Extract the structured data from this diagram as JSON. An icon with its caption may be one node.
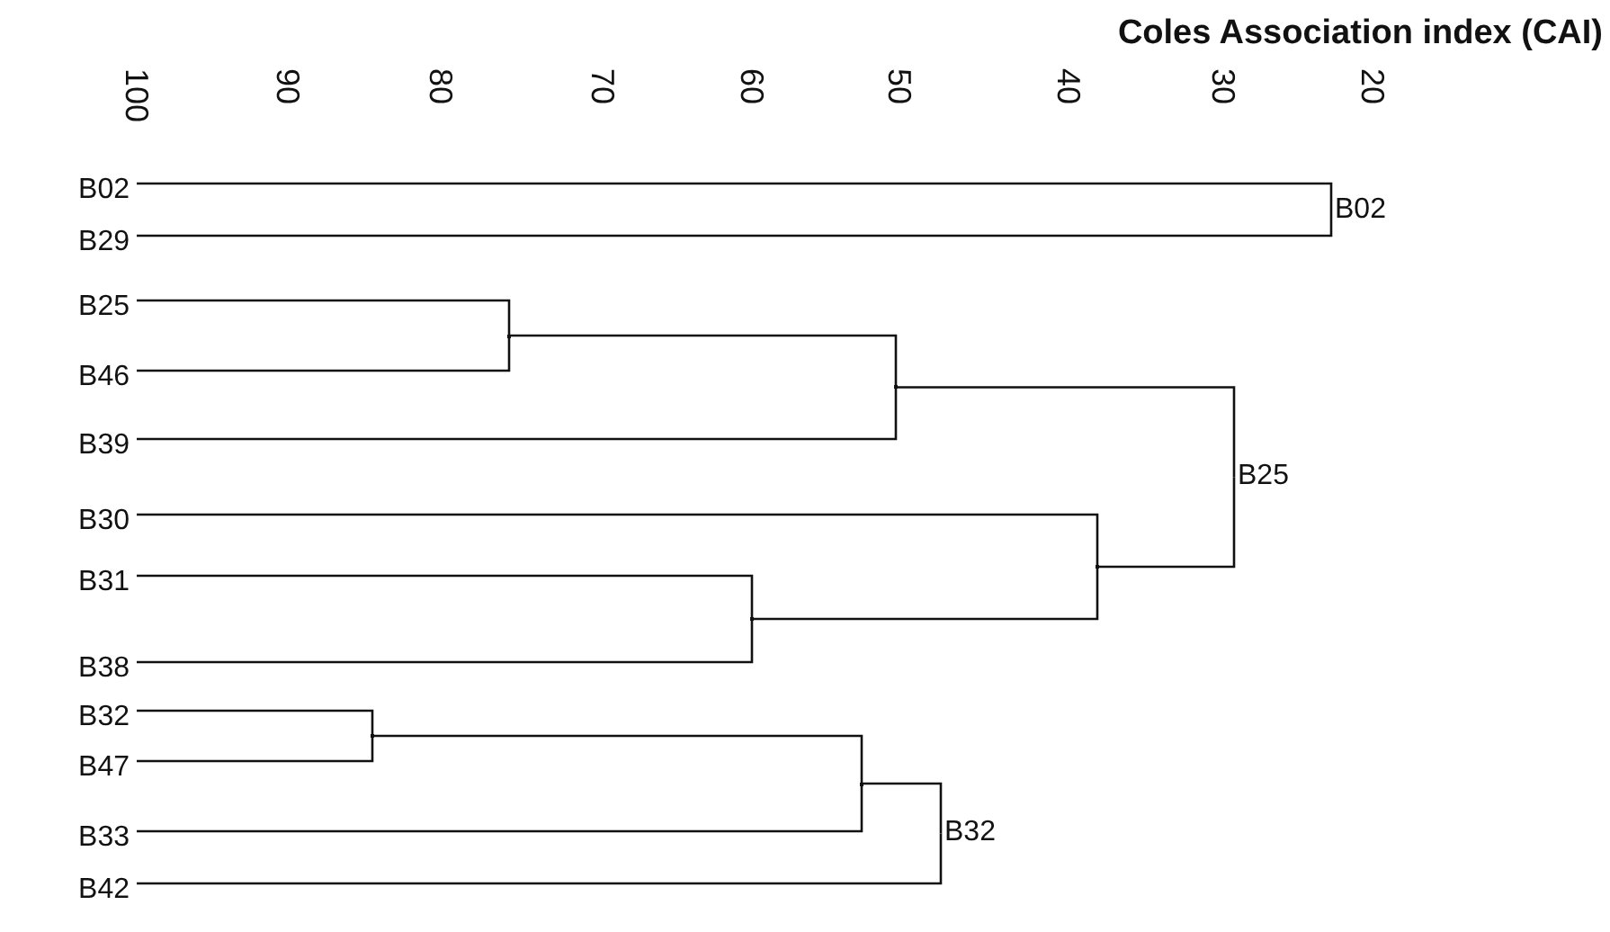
{
  "diagram": {
    "nodes": [
      {
        "text": [
          "B02"
        ]
      },
      {
        "text": [
          "B29"
        ]
      },
      {
        "text": [
          "B25"
        ]
      },
      {
        "text": [
          "B46"
        ]
      },
      {
        "text": [
          "B39"
        ]
      },
      {
        "text": [
          "B30"
        ]
      },
      {
        "text": [
          "B31"
        ]
      },
      {
        "text": [
          "B38"
        ]
      },
      {
        "text": [
          "B32"
        ]
      },
      {
        "text": [
          "B47"
        ]
      },
      {
        "text": [
          "B33"
        ]
      },
      {
        "text": [
          "B42"
        ]
      },
      {
        "text": [
          "B02"
        ]
      },
      {
        "text": [],
        "shape": "point"
      },
      {
        "text": [],
        "shape": "point"
      },
      {
        "text": [],
        "shape": "point"
      },
      {
        "text": [],
        "shape": "point"
      },
      {
        "text": [
          "B25"
        ]
      },
      {
        "text": [],
        "shape": "point"
      },
      {
        "text": [],
        "shape": "point"
      },
      {
        "text": [
          "B32"
        ]
      }
    ],
    "edges": [
      {
        "from": 0,
        "to": 12,
        "arrow": "none"
      },
      {
        "from": 1,
        "to": 12,
        "arrow": "none"
      },
      {
        "from": 2,
        "to": 13,
        "arrow": "none"
      },
      {
        "from": 3,
        "to": 13,
        "arrow": "none"
      },
      {
        "from": 13,
        "to": 14,
        "arrow": "none"
      },
      {
        "from": 4,
        "to": 14,
        "arrow": "none"
      },
      {
        "from": 6,
        "to": 15,
        "arrow": "none"
      },
      {
        "from": 7,
        "to": 15,
        "arrow": "none"
      },
      {
        "from": 5,
        "to": 16,
        "arrow": "none"
      },
      {
        "from": 15,
        "to": 16,
        "arrow": "none"
      },
      {
        "from": 14,
        "to": 17,
        "arrow": "none"
      },
      {
        "from": 16,
        "to": 17,
        "arrow": "none"
      },
      {
        "from": 8,
        "to": 18,
        "arrow": "none"
      },
      {
        "from": 9,
        "to": 18,
        "arrow": "none"
      },
      {
        "from": 18,
        "to": 19,
        "arrow": "none"
      },
      {
        "from": 10,
        "to": 19,
        "arrow": "none"
      },
      {
        "from": 19,
        "to": 20,
        "arrow": "none"
      },
      {
        "from": 11,
        "to": 20,
        "arrow": "none"
      }
    ],
    "labels": [
      "Coles Association index (CAI)",
      "100",
      "90",
      "80",
      "70",
      "60",
      "50",
      "40",
      "30",
      "20"
    ]
  }
}
